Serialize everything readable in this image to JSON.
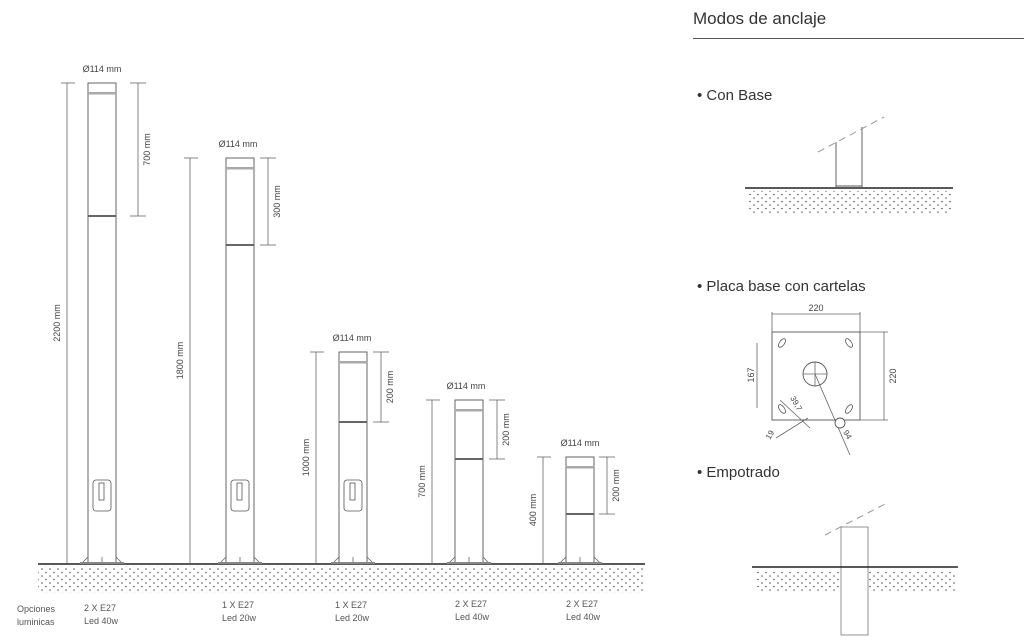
{
  "posts": [
    {
      "diameter_label": "Ø114 mm",
      "height_label": "2200 mm",
      "head_label": "700 mm",
      "light_line1": "2 X E27",
      "light_line2": "Led 40w"
    },
    {
      "diameter_label": "Ø114 mm",
      "height_label": "1800 mm",
      "head_label": "300 mm",
      "light_line1": "1 X E27",
      "light_line2": "Led 20w"
    },
    {
      "diameter_label": "Ø114 mm",
      "height_label": "1000 mm",
      "head_label": "200 mm",
      "light_line1": "1 X E27",
      "light_line2": "Led 20w"
    },
    {
      "diameter_label": "Ø114 mm",
      "height_label": "700 mm",
      "head_label": "200 mm",
      "light_line1": "2 X E27",
      "light_line2": "Led 40w"
    },
    {
      "diameter_label": "Ø114 mm",
      "height_label": "400 mm",
      "head_label": "200 mm",
      "light_line1": "2 X E27",
      "light_line2": "Led 40w"
    }
  ],
  "light_options_label_line1": "Opciones",
  "light_options_label_line2": "luminicas",
  "anchoring": {
    "title": "Modos de anclaje",
    "con_base": "• Con Base",
    "placa": "• Placa base con cartelas",
    "empotrado": "• Empotrado",
    "plate_dims": {
      "width": "220",
      "height": "220",
      "offset": "167",
      "hole": "39,7",
      "edge": "19",
      "center": "94"
    }
  }
}
